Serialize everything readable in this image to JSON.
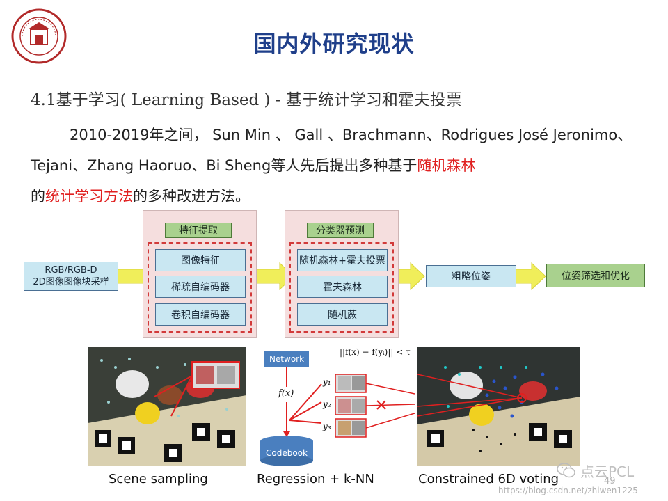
{
  "slide": {
    "title": "国内外研究现状",
    "subtitle": "4.1基于学习( Learning Based ) - 基于统计学习和霍夫投票",
    "paragraph": {
      "seg1": "2010-2019年之间， Sun Min 、 Gall 、Brachmann、Rodrigues José Jeronimo、Tejani、Zhang Haoruo、Bi Sheng等人先后提出多种基于",
      "seg2_red": "随机森林",
      "seg3": "的",
      "seg4_red": "统计学习方法",
      "seg5": "的多种改进方法。"
    }
  },
  "flowchart": {
    "input_line1": "RGB/RGB-D",
    "input_line2": "2D图像图像块采样",
    "feature_header": "特征提取",
    "feature_items": [
      "图像特征",
      "稀疏自编码器",
      "卷积自编码器"
    ],
    "classifier_header": "分类器预测",
    "classifier_items": [
      "随机森林+霍夫投票",
      "霍夫森林",
      "随机蕨"
    ],
    "coarse": "粗略位姿",
    "refine": "位姿筛选和优化"
  },
  "figure": {
    "network": "Network",
    "fx": "f(x)",
    "codebook": "Codebook",
    "formula": "||f(x) − f(yᵢ)|| < τ",
    "y_labels": [
      "y₁",
      "y₂",
      "y₃"
    ],
    "captions": [
      "Scene sampling",
      "Regression + k-NN",
      "Constrained 6D voting"
    ]
  },
  "watermark": {
    "brand": "点云PCL",
    "page": "49",
    "url": "https://blog.csdn.net/zhiwen1225"
  },
  "colors": {
    "title": "#1f3f8a",
    "highlight_red": "#e02020",
    "arrow_yellow": "#f0ee5a",
    "box_blue": "#c9e7f2",
    "box_green": "#a9d18e",
    "panel_pink": "#f5dede"
  }
}
